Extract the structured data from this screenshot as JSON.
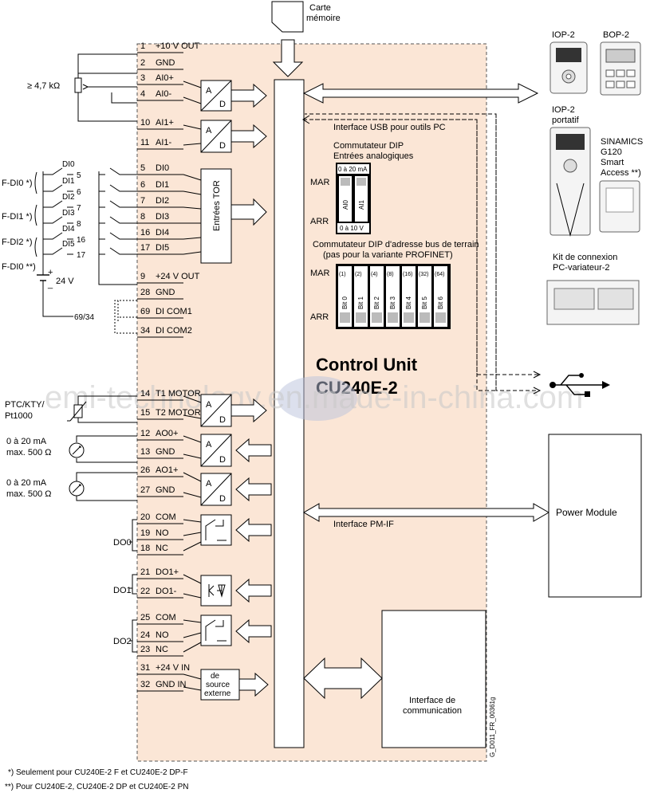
{
  "carte": [
    "Carte",
    "mémoire"
  ],
  "control_unit": [
    "Control Unit",
    "CU240E-2"
  ],
  "terminals": [
    {
      "num": "1",
      "label": "+10 V OUT"
    },
    {
      "num": "2",
      "label": "GND"
    },
    {
      "num": "3",
      "label": "AI0+"
    },
    {
      "num": "4",
      "label": "AI0-"
    },
    {
      "num": "10",
      "label": "AI1+"
    },
    {
      "num": "11",
      "label": "AI1-"
    },
    {
      "num": "5",
      "label": "DI0"
    },
    {
      "num": "6",
      "label": "DI1"
    },
    {
      "num": "7",
      "label": "DI2"
    },
    {
      "num": "8",
      "label": "DI3"
    },
    {
      "num": "16",
      "label": "DI4"
    },
    {
      "num": "17",
      "label": "DI5"
    },
    {
      "num": "9",
      "label": "+24 V OUT"
    },
    {
      "num": "28",
      "label": "GND"
    },
    {
      "num": "69",
      "label": "DI COM1"
    },
    {
      "num": "34",
      "label": "DI COM2"
    },
    {
      "num": "14",
      "label": "T1 MOTOR"
    },
    {
      "num": "15",
      "label": "T2 MOTOR"
    },
    {
      "num": "12",
      "label": "AO0+"
    },
    {
      "num": "13",
      "label": "GND"
    },
    {
      "num": "26",
      "label": "AO1+"
    },
    {
      "num": "27",
      "label": "GND"
    },
    {
      "num": "20",
      "label": "COM"
    },
    {
      "num": "19",
      "label": "NO"
    },
    {
      "num": "18",
      "label": "NC"
    },
    {
      "num": "21",
      "label": "DO1+"
    },
    {
      "num": "22",
      "label": "DO1-"
    },
    {
      "num": "25",
      "label": "COM"
    },
    {
      "num": "24",
      "label": "NO"
    },
    {
      "num": "23",
      "label": "NC"
    },
    {
      "num": "31",
      "label": "+24 V IN"
    },
    {
      "num": "32",
      "label": "GND IN"
    }
  ],
  "converter": {
    "a": "A",
    "d": "D"
  },
  "entrees_tor": "Entrées TOR",
  "ext_source": [
    "de",
    "source",
    "externe"
  ],
  "usb_interface": "Interface USB pour outils PC",
  "pmif_interface": "Interface PM-IF",
  "dip_analog": {
    "title": [
      "Commutateur DIP",
      "Entrées analogiques"
    ],
    "top_range": "0 à 20 mA",
    "bottom_range": "0 à 10 V",
    "switches": [
      "AI0",
      "AI1"
    ],
    "mar": "MAR",
    "arr": "ARR"
  },
  "dip_address": {
    "title": [
      "Commutateur DIP d'adresse bus de terrain",
      "(pas pour la variante PROFINET)"
    ],
    "values": [
      "(1)",
      "(2)",
      "(4)",
      "(8)",
      "(16)",
      "(32)",
      "(64)"
    ],
    "bits": [
      "Bit 0",
      "Bit 1",
      "Bit 2",
      "Bit 3",
      "Bit 4",
      "Bit 5",
      "Bit 6"
    ],
    "mar": "MAR",
    "arr": "ARR"
  },
  "left": {
    "resistor": "≥ 4,7 kΩ",
    "fdi": [
      "F-DI0 *)",
      "F-DI1 *)",
      "F-DI2 *)",
      "F-DI0 **)"
    ],
    "di_small": [
      "DI0",
      "DI1",
      "DI2",
      "DI3",
      "DI4",
      "DI5"
    ],
    "di_nums": [
      "5",
      "6",
      "7",
      "8",
      "16",
      "17"
    ],
    "supply": "24 V",
    "plus": "+",
    "minus": "_",
    "com_ref": "69/34",
    "ptc": [
      "PTC/KTY/",
      "Pt1000"
    ],
    "ao_range": [
      "0 à 20 mA",
      "max. 500 Ω"
    ],
    "do_labels": [
      "DO0",
      "DO1",
      "DO2"
    ]
  },
  "devices": {
    "iop2": "IOP-2",
    "bop2": "BOP-2",
    "iop_portable": [
      "IOP-2",
      "portatif"
    ],
    "sinamics": [
      "SINAMICS",
      "G120",
      "Smart",
      "Access **)"
    ],
    "kit": [
      "Kit de connexion",
      "PC-variateur-2"
    ]
  },
  "power_module": "Power Module",
  "comm_interface": [
    "Interface de",
    "communication"
  ],
  "doc_code": "G_D011_FR_00361g",
  "watermark": "emi-technology.en.made-in-china.com",
  "footnotes": [
    "*)  Seulement pour CU240E-2 F et CU240E-2 DP-F",
    "**)  Pour CU240E-2, CU240E-2 DP et CU240E-2 PN"
  ],
  "colors": {
    "panel_fill": "#fbe6d6",
    "panel_border": "#555555",
    "watermark": "#c8c8c8"
  }
}
